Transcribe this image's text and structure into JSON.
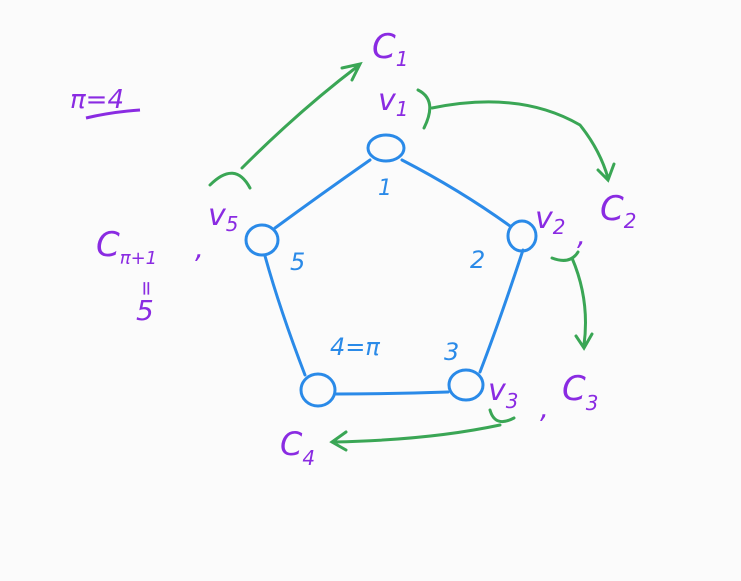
{
  "colors": {
    "purple": "#8a2be2",
    "blue": "#2a8ae8",
    "green": "#3aa655"
  },
  "note": {
    "text": "π=4"
  },
  "nodes": [
    {
      "id": "1",
      "label": "1",
      "v": "v",
      "vsub": "1",
      "c": "C",
      "csub": "1"
    },
    {
      "id": "2",
      "label": "2",
      "v": "v",
      "vsub": "2",
      "c": "C",
      "csub": "2"
    },
    {
      "id": "3",
      "label": "3",
      "v": "v",
      "vsub": "3",
      "c": "C",
      "csub": "3"
    },
    {
      "id": "4",
      "label": "4=π",
      "c": "C",
      "csub": "4"
    },
    {
      "id": "5",
      "label": "5",
      "v": "v",
      "vsub": "5",
      "c": "C",
      "csub": "π+1",
      "eq": "=",
      "eqval": "5"
    }
  ],
  "comma": ","
}
